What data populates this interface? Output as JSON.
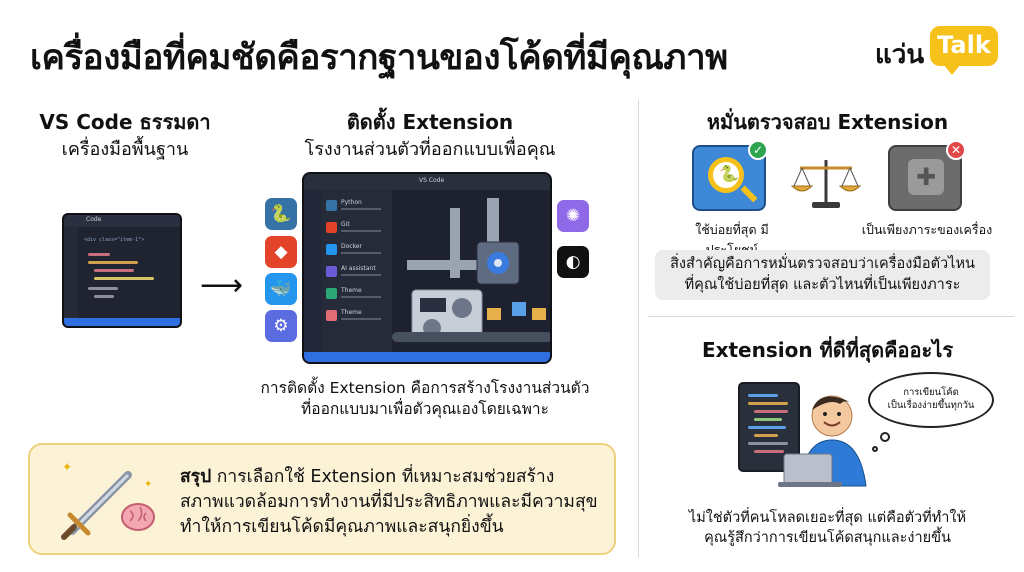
{
  "title": "เครื่องมือที่คมชัดคือรากฐานของโค้ดที่มีคุณภาพ",
  "logo": {
    "text": "แว่น",
    "bubble": "Talk"
  },
  "left": {
    "vscode_heading": "VS Code ธรรมดา",
    "vscode_sub": "เครื่องมือพื้นฐาน",
    "mini_editor_title": "Code",
    "mini_editor_code": "<div class=\"item-1\">",
    "install_heading": "ติดตั้ง Extension",
    "install_sub": "โรงงานส่วนตัวที่ออกแบบเพื่อคุณ",
    "big_editor_title": "VS Code",
    "extensions": [
      {
        "name": "Python",
        "color": "#3572a5"
      },
      {
        "name": "Git",
        "color": "#e24329"
      },
      {
        "name": "Docker",
        "color": "#2496ed"
      },
      {
        "name": "AI assistant",
        "color": "#6b5bd6"
      },
      {
        "name": "Theme",
        "color": "#2aa876"
      },
      {
        "name": "Theme",
        "color": "#e06c75"
      }
    ],
    "caption_line1": "การติดตั้ง Extension คือการสร้างโรงงานส่วนตัว",
    "caption_line2": "ที่ออกแบบมาเพื่อตัวคุณเองโดยเฉพาะ"
  },
  "summary": {
    "label": "สรุป",
    "line1": " การเลือกใช้ Extension ที่เหมาะสมช่วยสร้าง",
    "line2": "สภาพแวดล้อมการทำงานที่มีประสิทธิภาพและมีความสุข",
    "line3": "ทำให้การเขียนโค้ดมีคุณภาพและสนุกยิ่งขึ้น"
  },
  "right_top": {
    "heading": "หมั่นตรวจสอบ Extension",
    "useful_label": "ใช้บ่อยที่สุด มีประโยชน์",
    "burden_label": "เป็นเพียงภาระของเครื่อง",
    "note_line1": "สิ่งสำคัญคือการหมั่นตรวจสอบว่าเครื่องมือตัวไหน",
    "note_line2": "ที่คุณใช้บ่อยที่สุด และตัวไหนที่เป็นเพียงภาระ"
  },
  "right_bottom": {
    "heading": "Extension ที่ดีที่สุดคืออะไร",
    "thought_line1": "การเขียนโค้ด",
    "thought_line2": "เป็นเรื่องง่ายขึ้นทุกวัน",
    "caption_line1": "ไม่ใช่ตัวที่คนโหลดเยอะที่สุด แต่คือตัวที่ทำให้",
    "caption_line2": "คุณรู้สึกว่าการเขียนโค้ดสนุกและง่ายขึ้น"
  },
  "colors": {
    "accent": "#f5c11a",
    "summary_bg": "#fcf3d6",
    "editor_bg": "#1d2130",
    "status_blue": "#2f6fe0"
  }
}
